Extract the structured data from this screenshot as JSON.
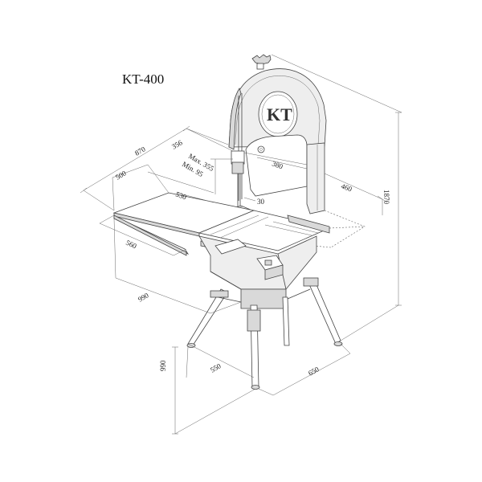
{
  "title": "KT-400",
  "logo_text": "KT",
  "dimensions": {
    "d870": "870",
    "d356": "356",
    "d500": "500",
    "dmax": "Max. 355",
    "dmin": "Min. 95",
    "d530": "530",
    "d380": "380",
    "d30": "30",
    "d460": "460",
    "d1870": "1870",
    "d560": "560",
    "d990a": "990",
    "d550": "550",
    "d650": "650",
    "d990b": "990"
  }
}
